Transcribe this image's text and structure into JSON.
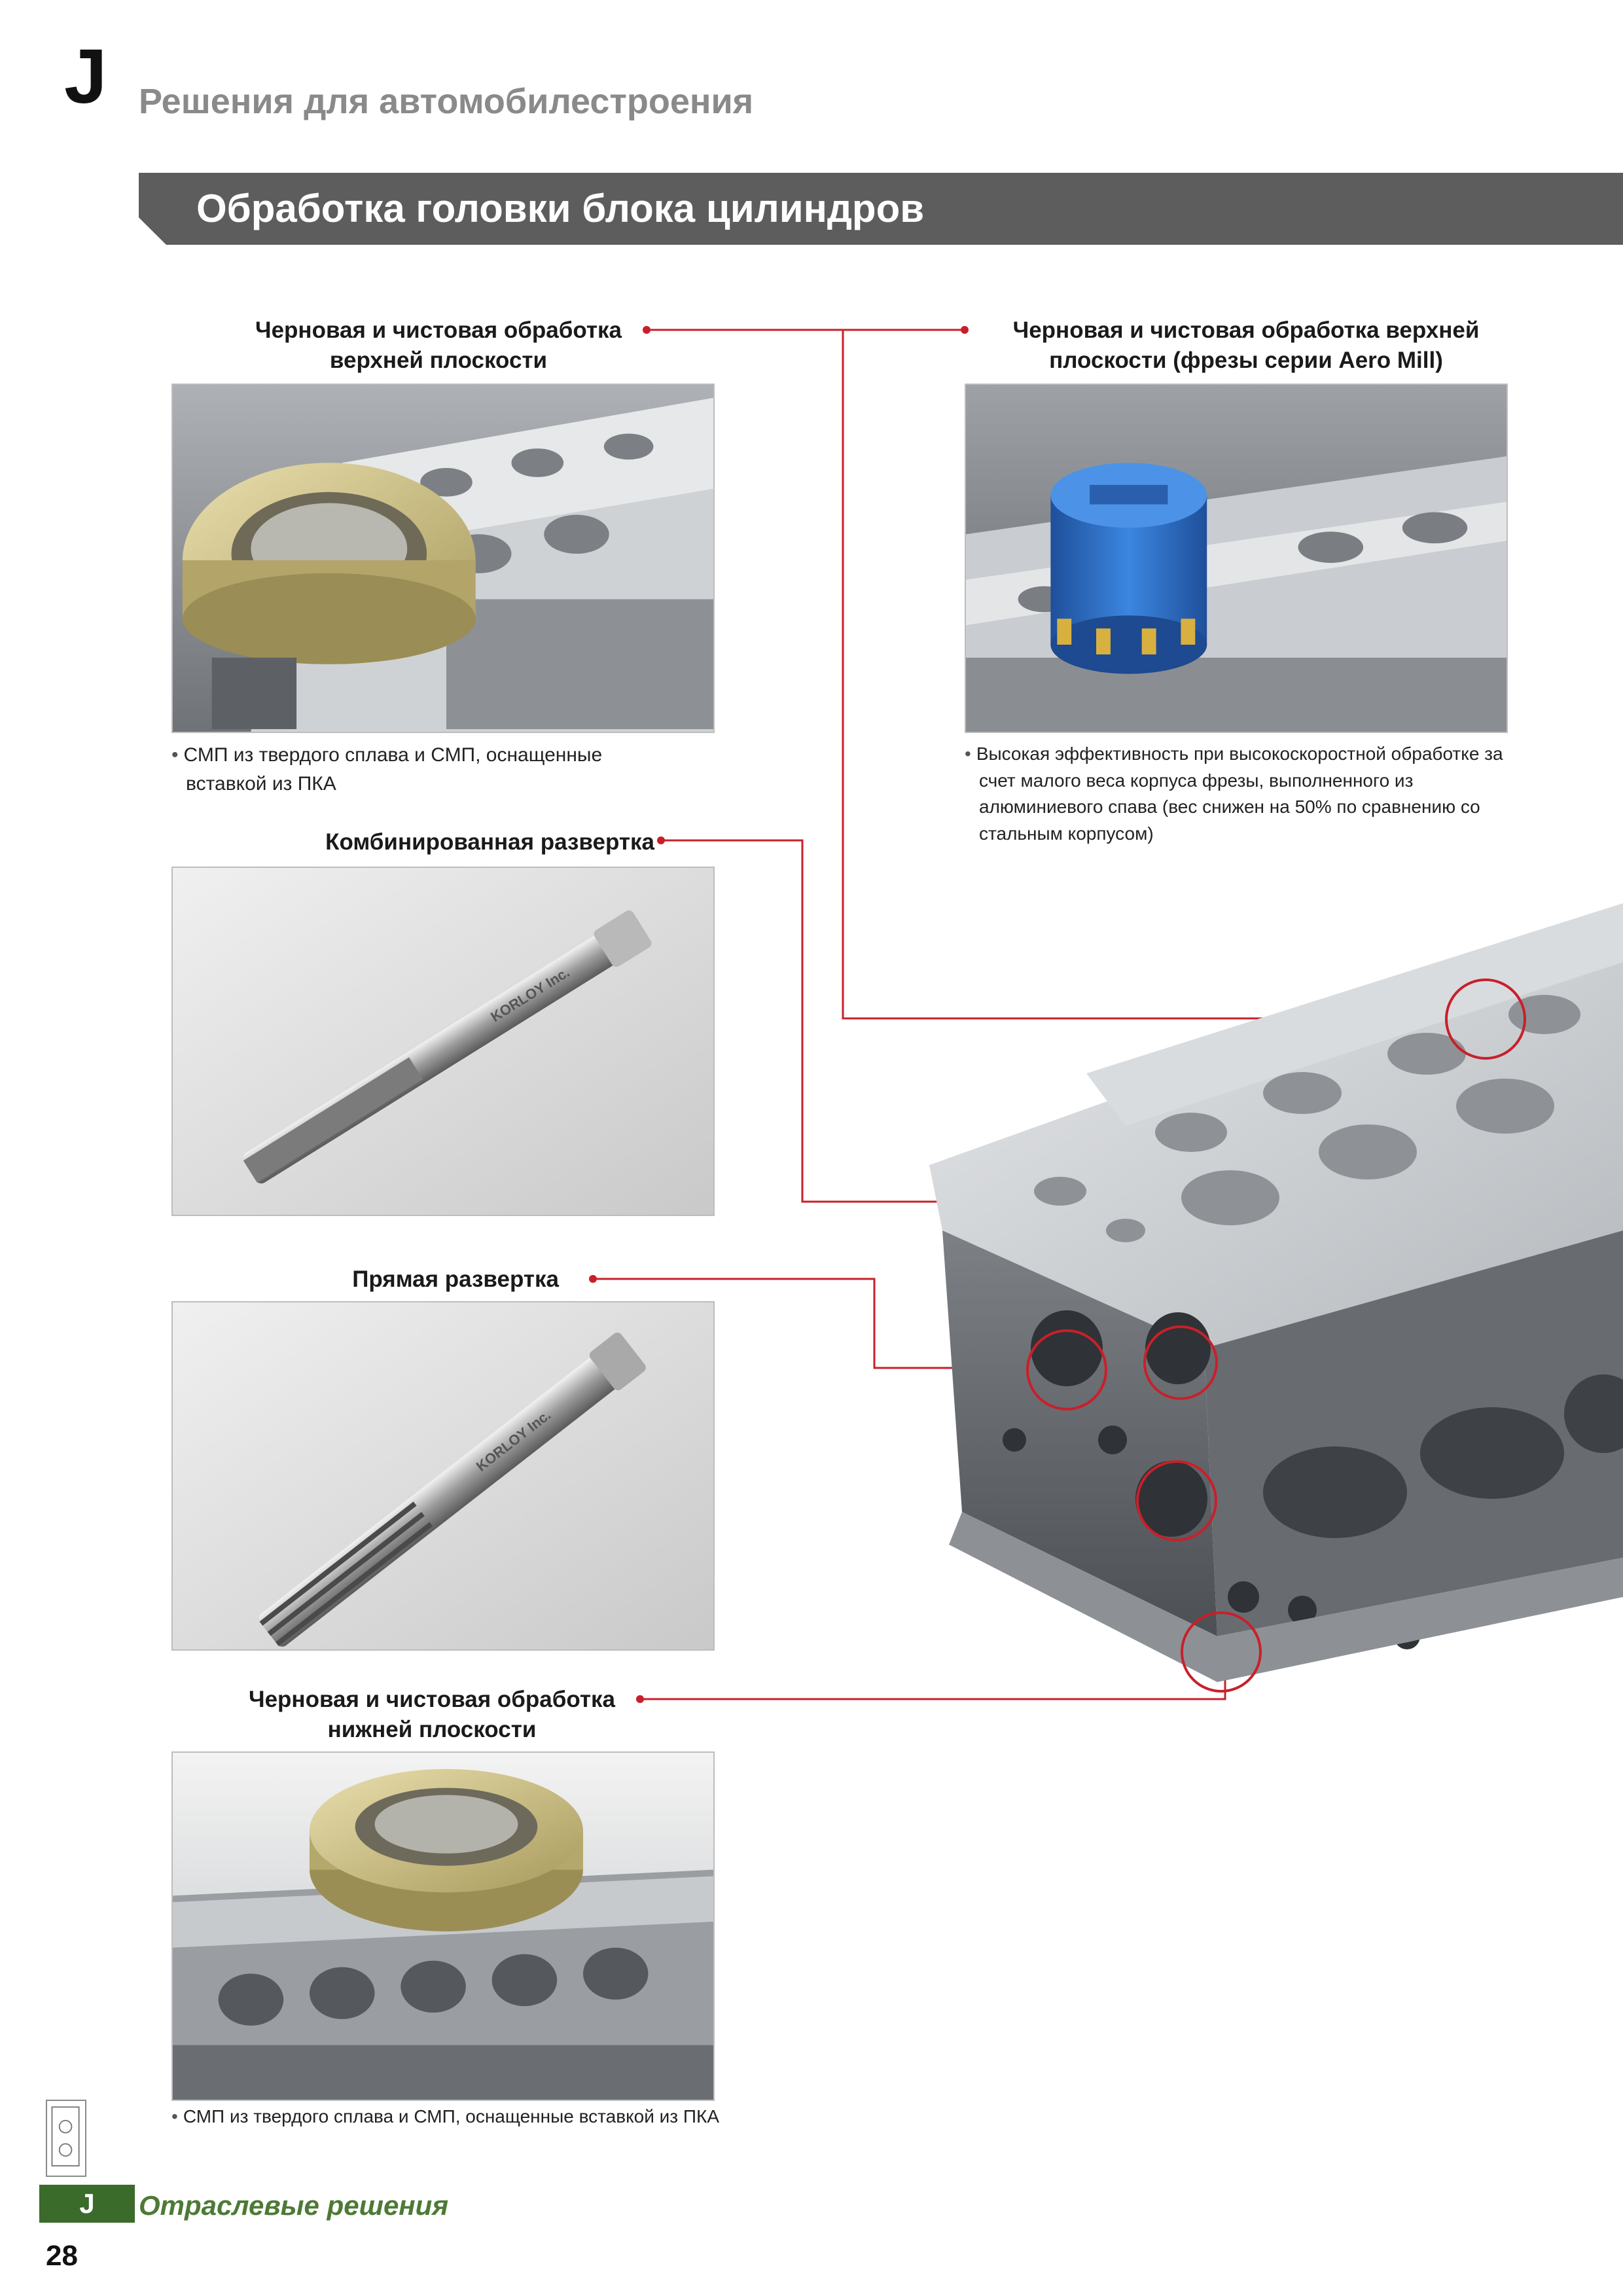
{
  "header": {
    "section_letter": "J",
    "section_title": "Решения для автомобилестроения",
    "banner_title": "Обработка головки блока цилиндров"
  },
  "items": {
    "top_face_pcd": {
      "title_line1": "Черновая и чистовая обработка",
      "title_line2": "верхней плоскости",
      "note_line1": "СМП из твердого сплава и СМП, оснащенные",
      "note_line2": "вставкой из ПКА"
    },
    "aero_mill": {
      "title_line1": "Черновая и чистовая обработка верхней",
      "title_line2": "плоскости (фрезы серии Aero Mill)",
      "note_line1": "Высокая эффективность при высокоскоростной обработке за",
      "note_line2": "счет малого веса корпуса фрезы, выполненного из",
      "note_line3": "алюминиевого спава (вес снижен на 50% по сравнению со",
      "note_line4": "стальным корпусом)"
    },
    "combo_reamer": {
      "title": "Комбинированная развертка",
      "engraving": "KORLOY Inc."
    },
    "straight_reamer": {
      "title": "Прямая развертка",
      "engraving": "KORLOY Inc."
    },
    "bottom_face": {
      "title_line1": "Черновая и чистовая обработка",
      "title_line2": "нижней плоскости",
      "note": "СМП из твердого сплава и СМП, оснащенные вставкой из ПКА"
    }
  },
  "bullet": "•",
  "footer": {
    "tab_letter": "J",
    "label": "Отраслевые решения",
    "page_number": "28"
  },
  "colors": {
    "banner": "#5d5d5d",
    "leader_red": "#c8202a",
    "footer_green": "#3b6b2a",
    "footer_text": "#4d7a35",
    "cutter_blue": "#2f6fc4"
  },
  "icons": [
    "machine-part-icon"
  ]
}
